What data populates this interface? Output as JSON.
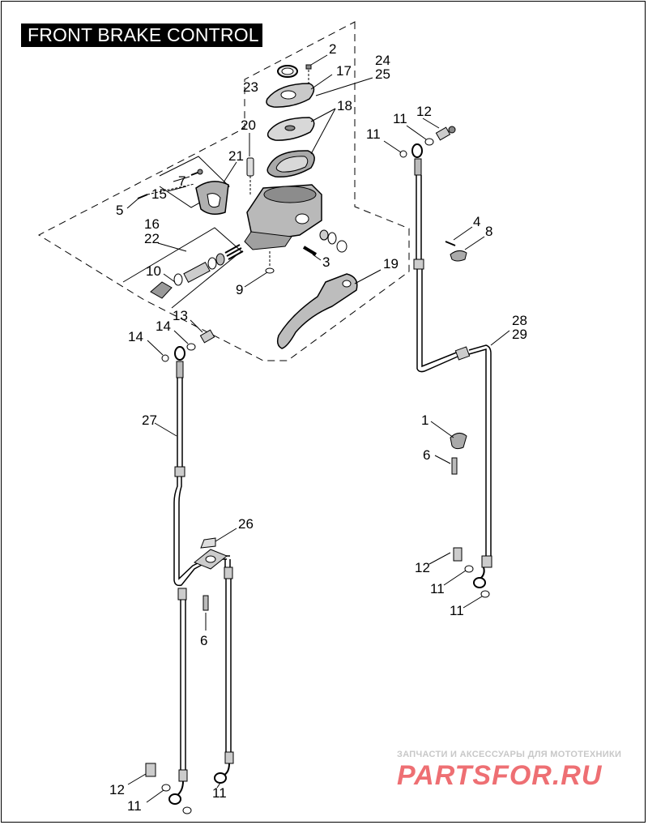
{
  "title": "FRONT BRAKE CONTROL",
  "callouts": [
    "1",
    "2",
    "3",
    "4",
    "5",
    "6",
    "7",
    "8",
    "9",
    "10",
    "11",
    "12",
    "13",
    "14",
    "15",
    "16",
    "17",
    "18",
    "19",
    "20",
    "21",
    "22",
    "23",
    "24",
    "25",
    "26",
    "27",
    "28",
    "29"
  ],
  "watermark": {
    "tagline": "ЗАПЧАСТИ И АКСЕССУАРЫ ДЛЯ МОТОТЕХНИКИ",
    "brand": "PARTSFOR.RU"
  },
  "colors": {
    "line": "#000000",
    "part_fill": "#c9c9c9",
    "part_dark": "#8c8c8c",
    "watermark": "#ee6f73"
  }
}
